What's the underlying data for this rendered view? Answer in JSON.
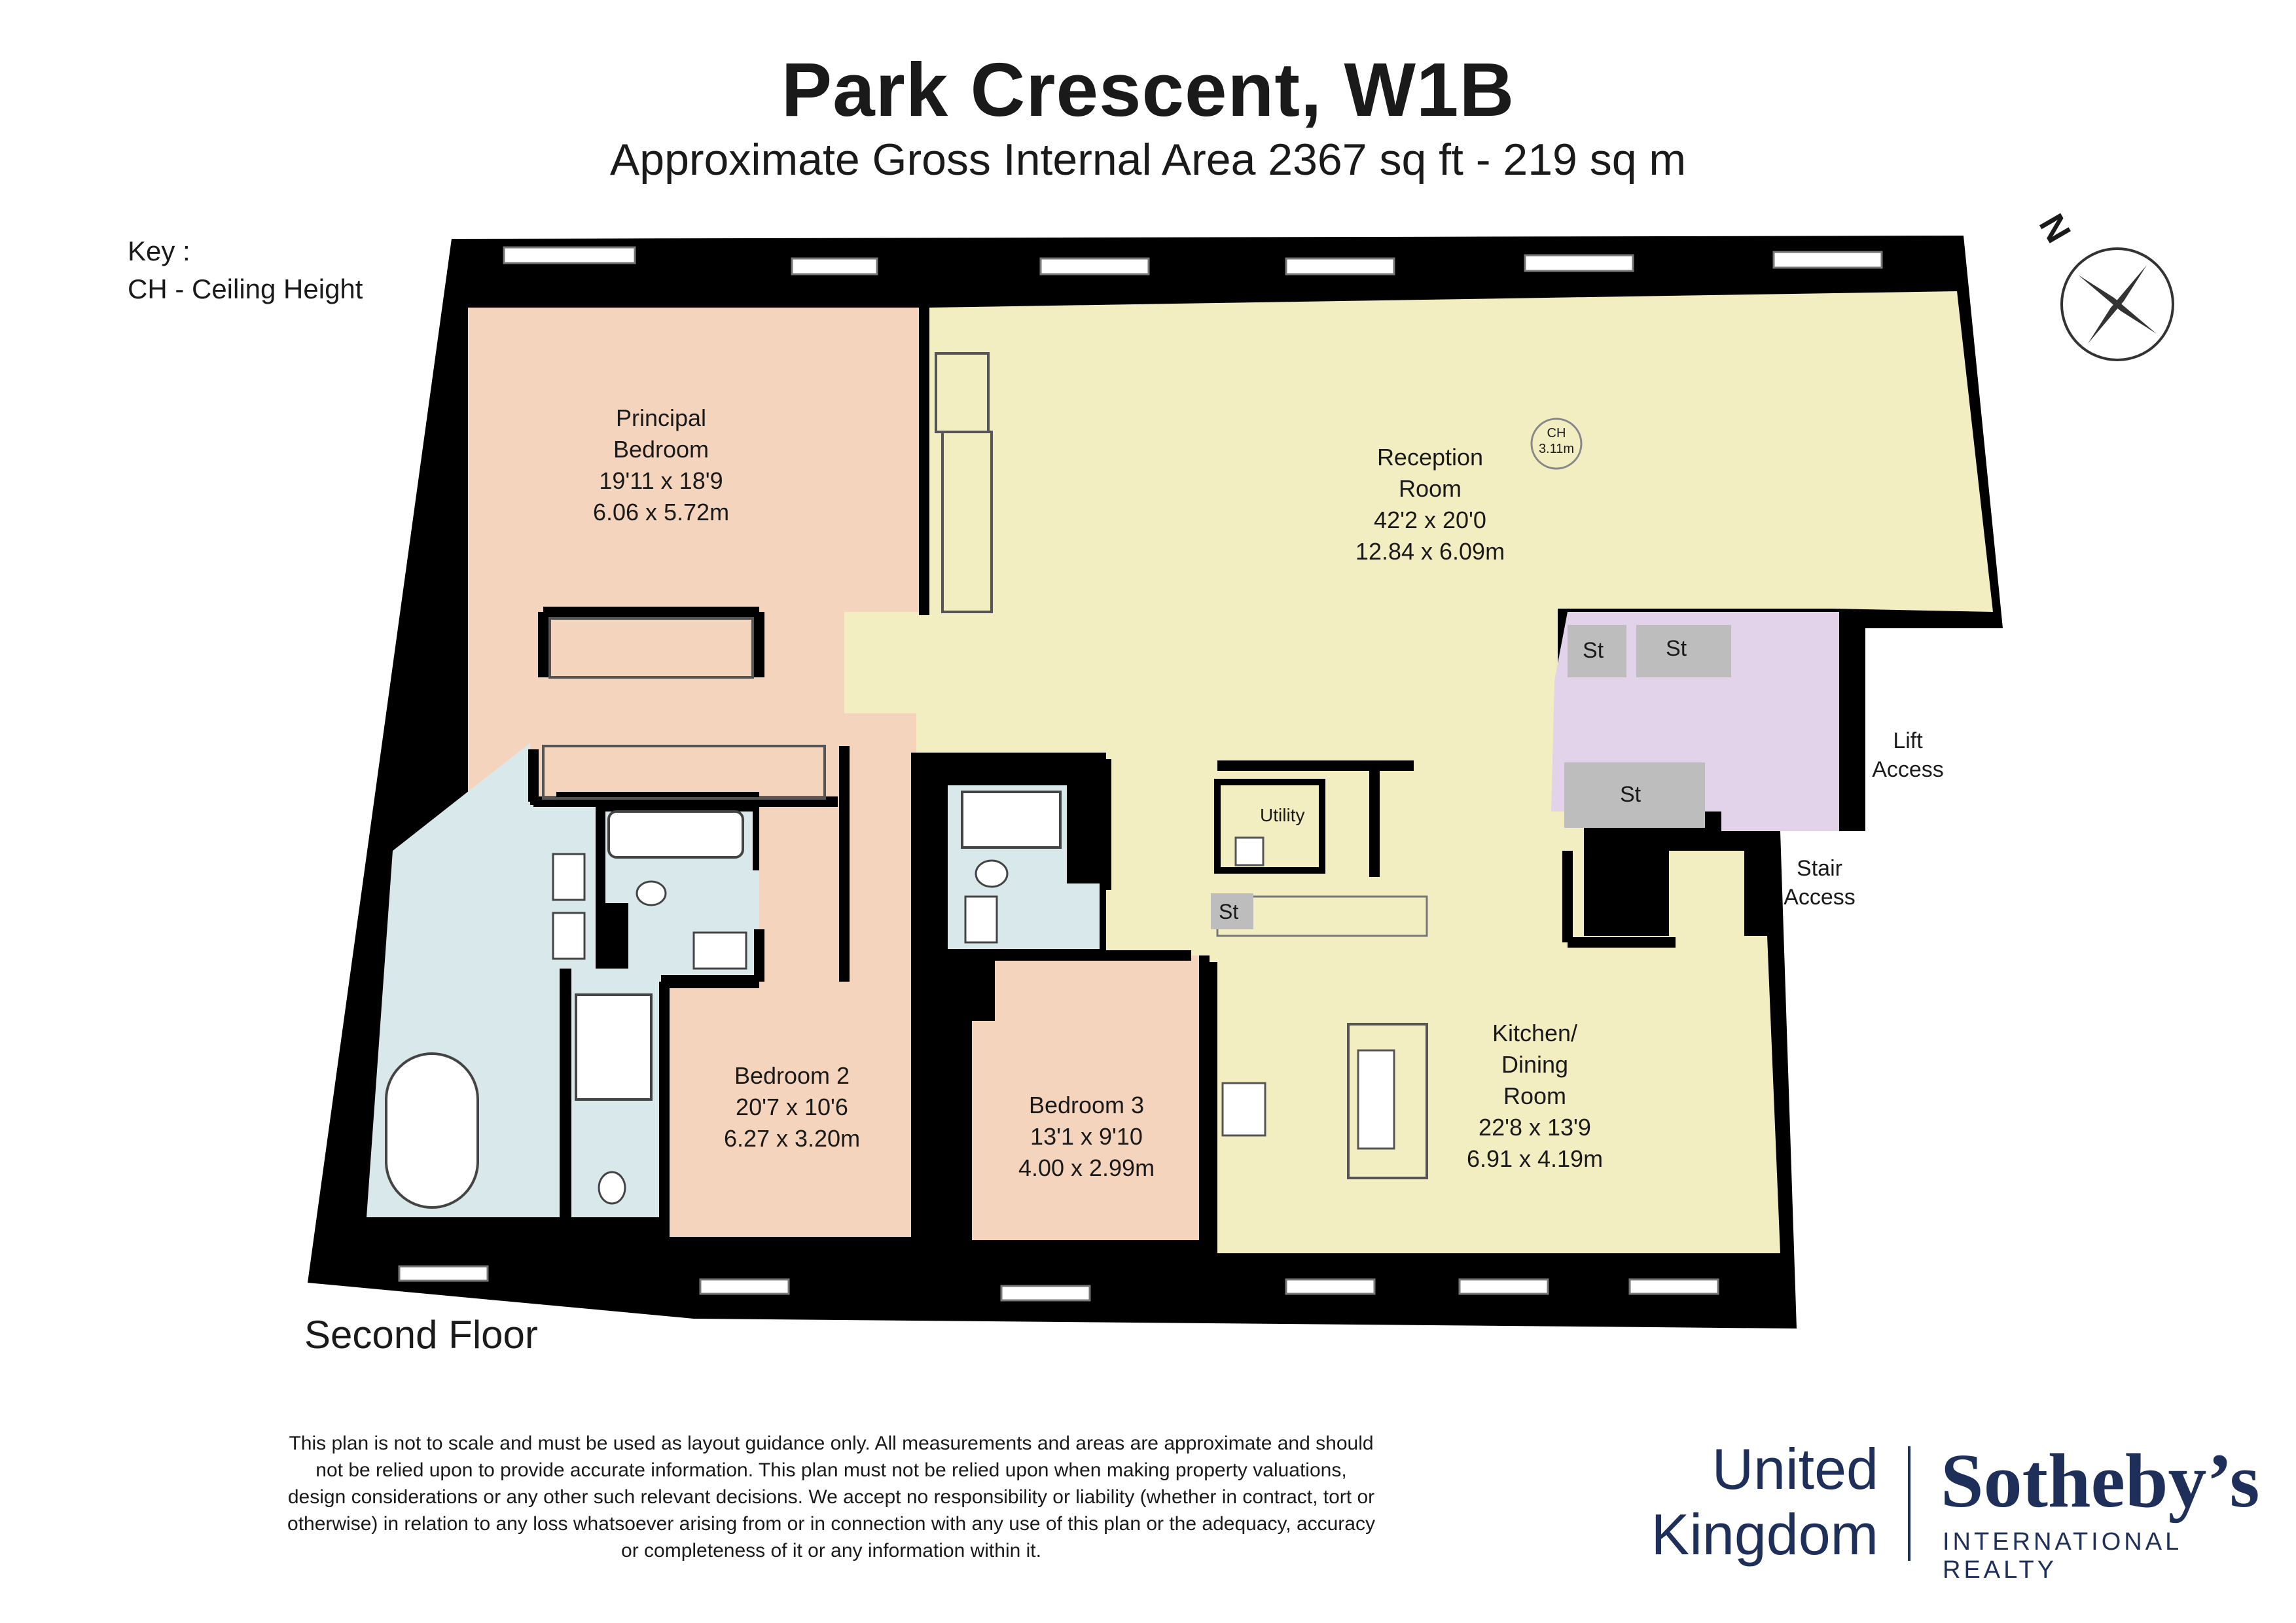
{
  "header": {
    "title": "Park Crescent, W1B",
    "subtitle": "Approximate Gross Internal Area 2367 sq ft - 219 sq m"
  },
  "key": {
    "line1": "Key :",
    "line2": "CH - Ceiling Height"
  },
  "compass": {
    "label": "N"
  },
  "rooms": {
    "principal": {
      "name1": "Principal",
      "name2": "Bedroom",
      "imperial": "19'11 x 18'9",
      "metric": "6.06 x 5.72m"
    },
    "reception": {
      "name1": "Reception",
      "name2": "Room",
      "imperial": "42'2 x 20'0",
      "metric": "12.84 x 6.09m"
    },
    "ceiling": {
      "line1": "CH",
      "line2": "3.11m"
    },
    "bedroom2": {
      "name": "Bedroom 2",
      "imperial": "20'7 x 10'6",
      "metric": "6.27 x 3.20m"
    },
    "bedroom3": {
      "name": "Bedroom 3",
      "imperial": "13'1 x 9'10",
      "metric": "4.00 x 2.99m"
    },
    "kitchen": {
      "name1": "Kitchen/",
      "name2": "Dining",
      "name3": "Room",
      "imperial": "22'8 x 13'9",
      "metric": "6.91 x 4.19m"
    },
    "utility": {
      "name": "Utility"
    },
    "store_label": "St"
  },
  "access": {
    "lift1": "Lift",
    "lift2": "Access",
    "stair1": "Stair",
    "stair2": "Access"
  },
  "floor": {
    "label": "Second Floor"
  },
  "disclaimer": {
    "lines": [
      "This plan is not to scale and must be used as layout guidance only. All measurements and areas are approximate and should",
      "not be relied upon to provide accurate information. This plan must not be relied upon when making property valuations,",
      "design considerations or any other such relevant decisions. We accept no responsibility or liability (whether in contract, tort or",
      "otherwise) in relation to any loss whatsoever arising from or in connection with any use of this plan or the adequacy, accuracy",
      "or completeness of it or any information within it."
    ]
  },
  "brand": {
    "region1": "United",
    "region2": "Kingdom",
    "name": "Sotheby’s",
    "tagline": "INTERNATIONAL REALTY"
  },
  "colors": {
    "bedroom": "#f5d4bd",
    "reception": "#f3eec2",
    "bathroom": "#d9e8ea",
    "store_area": "#e3d3ea",
    "store": "#bdbdbd",
    "wall": "#000000",
    "brand": "#1e2f5a"
  }
}
